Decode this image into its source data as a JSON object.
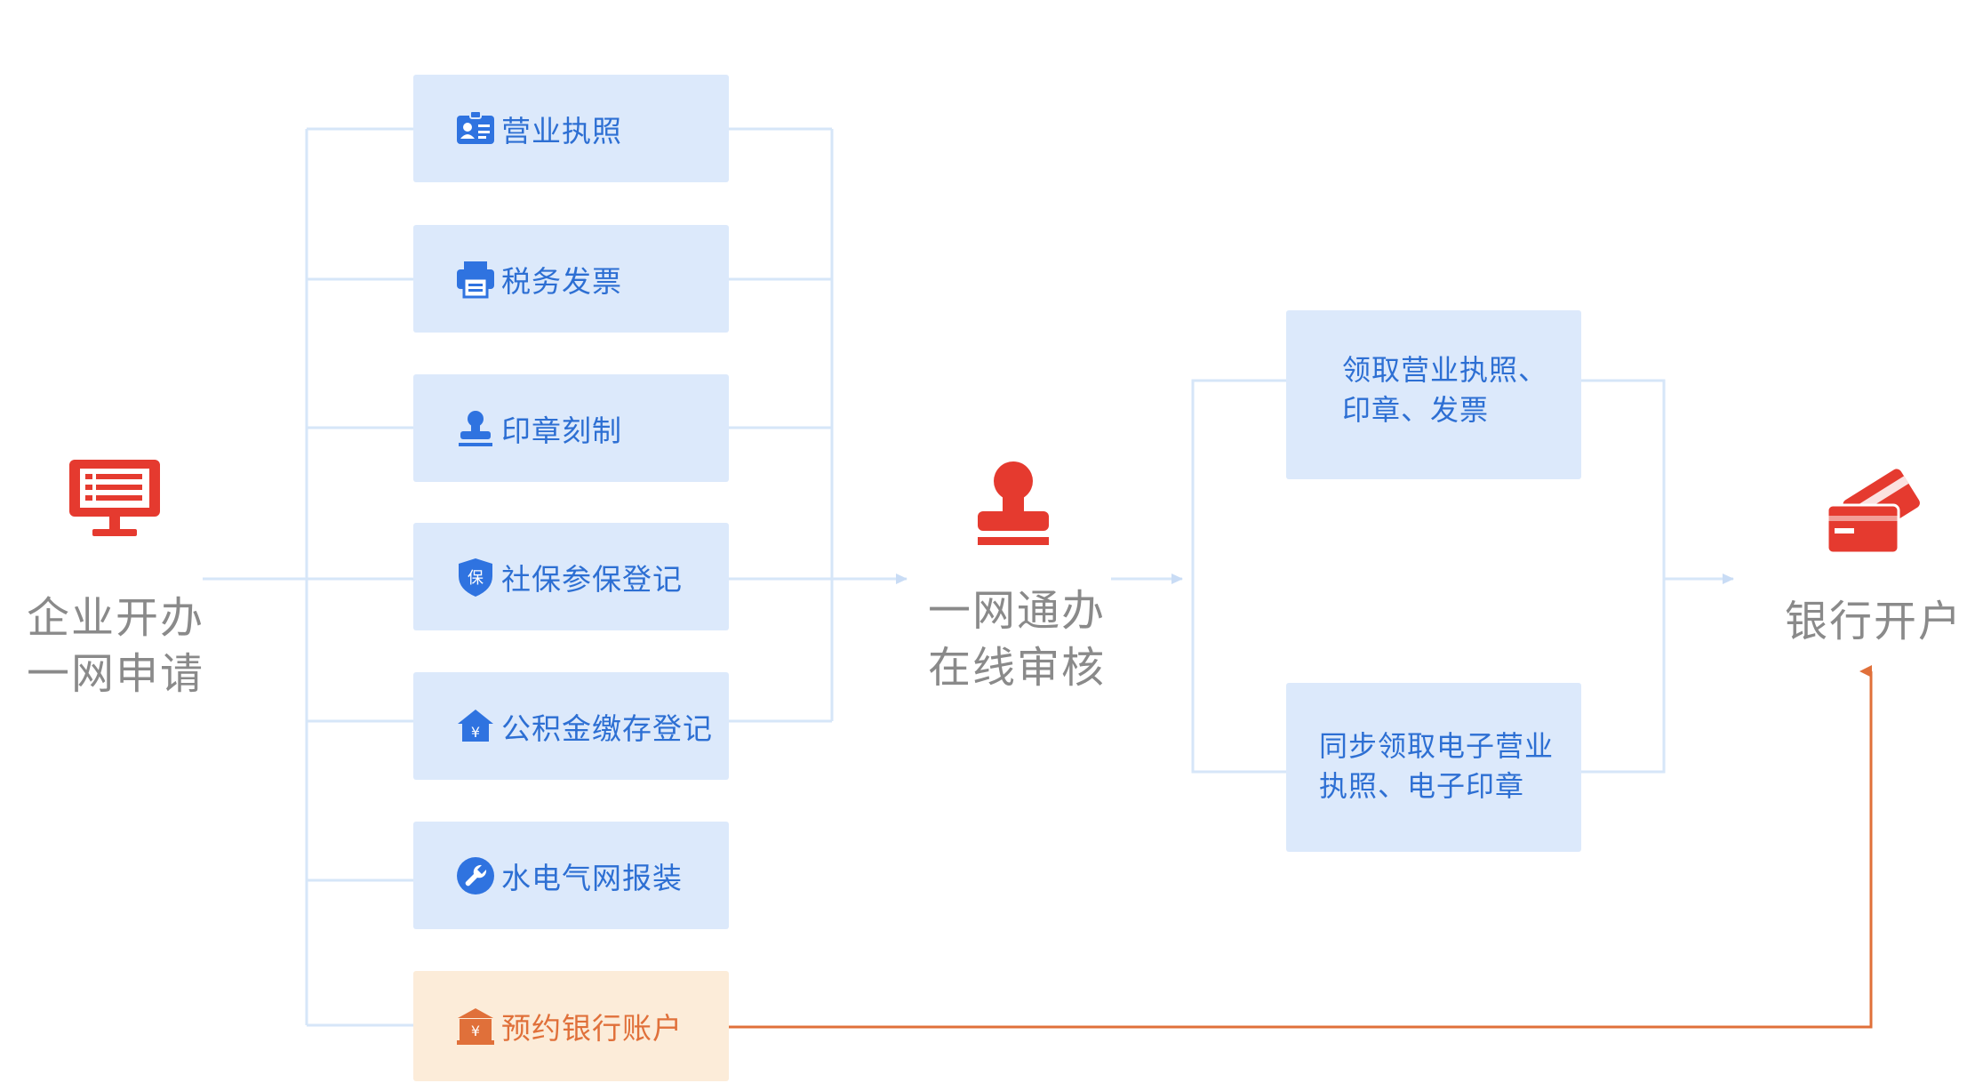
{
  "start": {
    "line1": "企业开办",
    "line2": "一网申请",
    "icon": "monitor-icon"
  },
  "services": [
    {
      "label": "营业执照",
      "icon": "id-card-icon"
    },
    {
      "label": "税务发票",
      "icon": "printer-icon"
    },
    {
      "label": "印章刻制",
      "icon": "seal-stamp-icon"
    },
    {
      "label": "社保参保登记",
      "icon": "shield-bao-icon"
    },
    {
      "label": "公积金缴存登记",
      "icon": "house-yuan-icon"
    },
    {
      "label": "水电气网报装",
      "icon": "wrench-icon"
    },
    {
      "label": "预约银行账户",
      "icon": "bank-yuan-icon"
    }
  ],
  "middle": {
    "line1": "一网通办",
    "line2": "在线审核",
    "icon": "stamp-icon"
  },
  "results": [
    {
      "line1": "领取营业执照、",
      "line2": "印章、发票"
    },
    {
      "line1": "同步领取电子营业",
      "line2": "执照、电子印章"
    }
  ],
  "end": {
    "label": "银行开户",
    "icon": "bank-card-icon"
  },
  "colors": {
    "box_fill": "#dce9fb",
    "box_text": "#2d6fd3",
    "connector": "#d6e6f8",
    "accent_red": "#e53a2f",
    "accent_orange": "#e0703a",
    "highlight_fill": "#fcecd9",
    "label_gray": "#8a8a8a"
  }
}
